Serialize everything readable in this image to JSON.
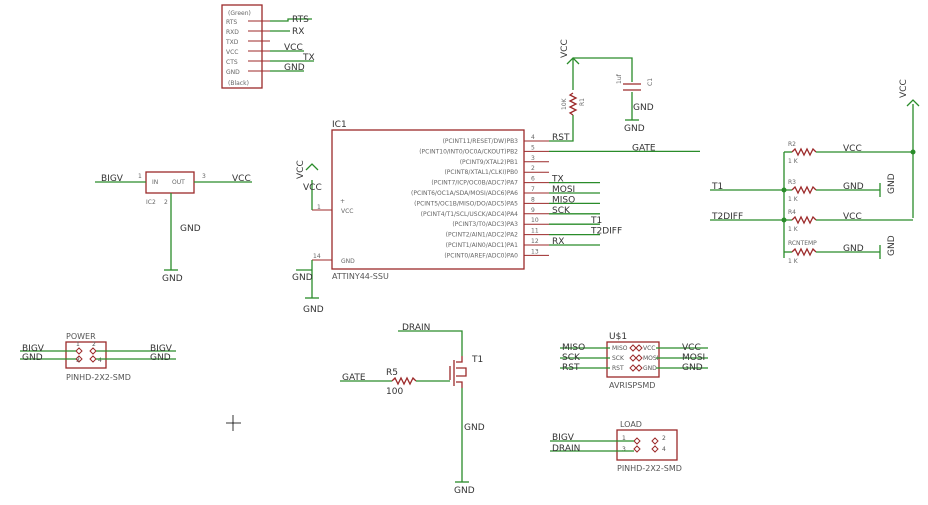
{
  "ftdi": {
    "labels": [
      "(Green)",
      "RTS",
      "RXD",
      "TXD",
      "VCC",
      "CTS",
      "GND",
      "(Black)"
    ],
    "nets": [
      "RTS",
      "RX",
      "VCC",
      "TX",
      "GND"
    ]
  },
  "ic1": {
    "name": "IC1",
    "part": "ATTINY44-SSU",
    "vcc": "VCC",
    "gnd": "GND",
    "left_pins": [
      "1",
      "14"
    ],
    "right_pins": [
      {
        "label": "(PCINT11/RESET/DW)PB3",
        "num": "4",
        "net": "RST"
      },
      {
        "label": "(PCINT10/INT0/OC0A/CKOUT)PB2",
        "num": "5",
        "net": "GATE"
      },
      {
        "label": "(PCINT9/XTAL2)PB1",
        "num": "3",
        "net": ""
      },
      {
        "label": "(PCINT8/XTAL1/CLKI)PB0",
        "num": "2",
        "net": ""
      },
      {
        "label": "(PCINT7/ICP/OC0B/ADC7)PA7",
        "num": "6",
        "net": "TX"
      },
      {
        "label": "(PCINT6/OC1A/SDA/MOSI/ADC6)PA6",
        "num": "7",
        "net": "MOSI"
      },
      {
        "label": "(PCINT5/OC1B/MISO/DO/ADC5)PA5",
        "num": "8",
        "net": "MISO"
      },
      {
        "label": "(PCINT4/T1/SCL/USCK/ADC4)PA4",
        "num": "9",
        "net": "SCK"
      },
      {
        "label": "(PCINT3/T0/ADC3)PA3",
        "num": "10",
        "net": "T1"
      },
      {
        "label": "(PCINT2/AIN1/ADC2)PA2",
        "num": "11",
        "net": "T2DIFF"
      },
      {
        "label": "(PCINT1/AIN0/ADC1)PA1",
        "num": "12",
        "net": "RX"
      },
      {
        "label": "(PCINT0/AREF/ADC0)PA0",
        "num": "13",
        "net": ""
      }
    ]
  },
  "vcc_supply": {
    "label": "VCC",
    "gnd": "GND"
  },
  "r1": {
    "name": "R1",
    "value": "10K"
  },
  "c1": {
    "name": "C1",
    "value": "1uf"
  },
  "ic2": {
    "name": "IC2",
    "in": "IN",
    "out": "OUT",
    "pin_in": "1",
    "pin_out": "3",
    "pin_gnd": "2",
    "net_in": "BIGV",
    "net_out": "VCC",
    "gnd": "GND"
  },
  "sensors": {
    "vcc_top": "VCC",
    "r2": {
      "name": "R2",
      "value": "1 K"
    },
    "r3": {
      "name": "R3",
      "value": "1 K"
    },
    "r4": {
      "name": "R4",
      "value": "1 K"
    },
    "rcntemp": {
      "name": "RCNTEMP",
      "value": "1 K"
    },
    "nets": [
      "T1",
      "T2DIFF",
      "VCC",
      "GND",
      "VCC",
      "GND",
      "VCC",
      "GND"
    ]
  },
  "power": {
    "name": "POWER",
    "part": "PINHD-2X2-SMD",
    "nets": [
      "BIGV",
      "GND",
      "BIGV",
      "GND"
    ],
    "pins": [
      "1",
      "2",
      "3",
      "4"
    ]
  },
  "mosfet": {
    "name": "T1",
    "drain": "DRAIN",
    "gate": "GATE",
    "r5": "R5",
    "r5_value": "100",
    "gnd": "GND"
  },
  "isp": {
    "name": "U$1",
    "part": "AVRISPSMD",
    "pins": [
      "MISO",
      "VCC",
      "SCK",
      "MOSI",
      "RST",
      "GND"
    ],
    "nets": [
      "MISO",
      "SCK",
      "RST",
      "VCC",
      "MOSI",
      "GND"
    ]
  },
  "load": {
    "name": "LOAD",
    "part": "PINHD-2X2-SMD",
    "nets": [
      "BIGV",
      "DRAIN"
    ],
    "pins": [
      "1",
      "2",
      "3",
      "4"
    ]
  }
}
